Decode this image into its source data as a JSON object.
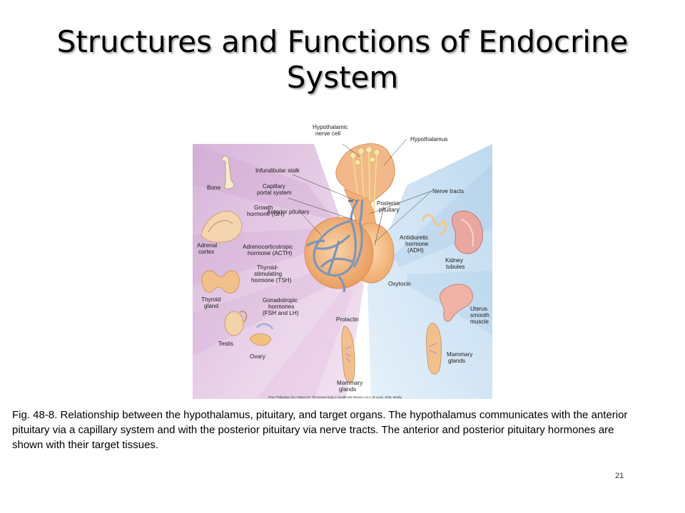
{
  "slide": {
    "title": "Structures and Functions of Endocrine System",
    "caption": "Fig. 48-8. Relationship between the hypothalamus, pituitary, and target organs. The hypothalamus communicates with the anterior pituitary via a capillary system and with the posterior pituitary via nerve tracts. The anterior and posterior pituitary hormones are shown with their target tissues.",
    "page_number": "21"
  },
  "figure": {
    "labels": {
      "hypothalamic_nerve_cell": [
        "Hypothalamic",
        "nerve cell"
      ],
      "hypothalamus": "Hypothalamus",
      "infundibular_stalk": "Infundibular stalk",
      "capillary_portal_system": [
        "Capillary",
        "portal system"
      ],
      "nerve_tracts": "Nerve tracts",
      "anterior_pituitary": "Anterior pituitary",
      "posterior_pituitary": [
        "Posterior",
        "pituitary"
      ],
      "bone": "Bone",
      "growth_hormone": [
        "Growth",
        "hormone (GH)"
      ],
      "adrenal_cortex": [
        "Adrenal",
        "cortex"
      ],
      "acth": [
        "Adrenocorticotropic",
        "hormone (ACTH)"
      ],
      "tsh": [
        "Thyroid-",
        "stimulating",
        "hormone (TSH)"
      ],
      "thyroid_gland": [
        "Thyroid",
        "gland"
      ],
      "gonadotropic": [
        "Gonadotropic",
        "hormones",
        "(FSH and LH)"
      ],
      "testis": "Testis",
      "ovary": "Ovary",
      "prolactin": "Prolactin",
      "mammary_glands_left": [
        "Mammary",
        "glands"
      ],
      "adh": [
        "Antidiuretic",
        "hormone",
        "(ADH)"
      ],
      "kidney_tubules": [
        "Kidney",
        "tubules"
      ],
      "oxytocin": "Oxytocin",
      "uterus": [
        "Uterus",
        "smooth",
        "muscle"
      ],
      "mammary_glands_right": [
        "Mammary",
        "glands"
      ]
    },
    "credit_parts": [
      "From Thibodeau GA, Patton KT: ",
      "The human body in health and disease",
      ", ed 4, St Louis, 2005, Mosby."
    ]
  },
  "colors": {
    "left_panel": "#e2c6e2",
    "right_panel": "#cfe3f3",
    "pituitary": "#f2b07a",
    "capillary": "#7f95b8"
  }
}
